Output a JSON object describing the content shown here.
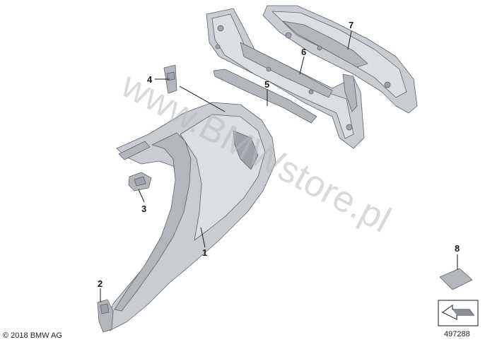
{
  "callouts": [
    {
      "id": "1",
      "label": "1"
    },
    {
      "id": "2",
      "label": "2"
    },
    {
      "id": "3",
      "label": "3"
    },
    {
      "id": "4",
      "label": "4"
    },
    {
      "id": "5",
      "label": "5"
    },
    {
      "id": "6",
      "label": "6"
    },
    {
      "id": "7",
      "label": "7"
    },
    {
      "id": "8",
      "label": "8"
    }
  ],
  "watermark": "www.BMWstore.pl",
  "copyright": "© 2018 BMW AG",
  "document_number": "497288",
  "colors": {
    "part_fill": "#c9ccd0",
    "part_edge": "#5e6368",
    "callout": "#1a1a1a"
  }
}
